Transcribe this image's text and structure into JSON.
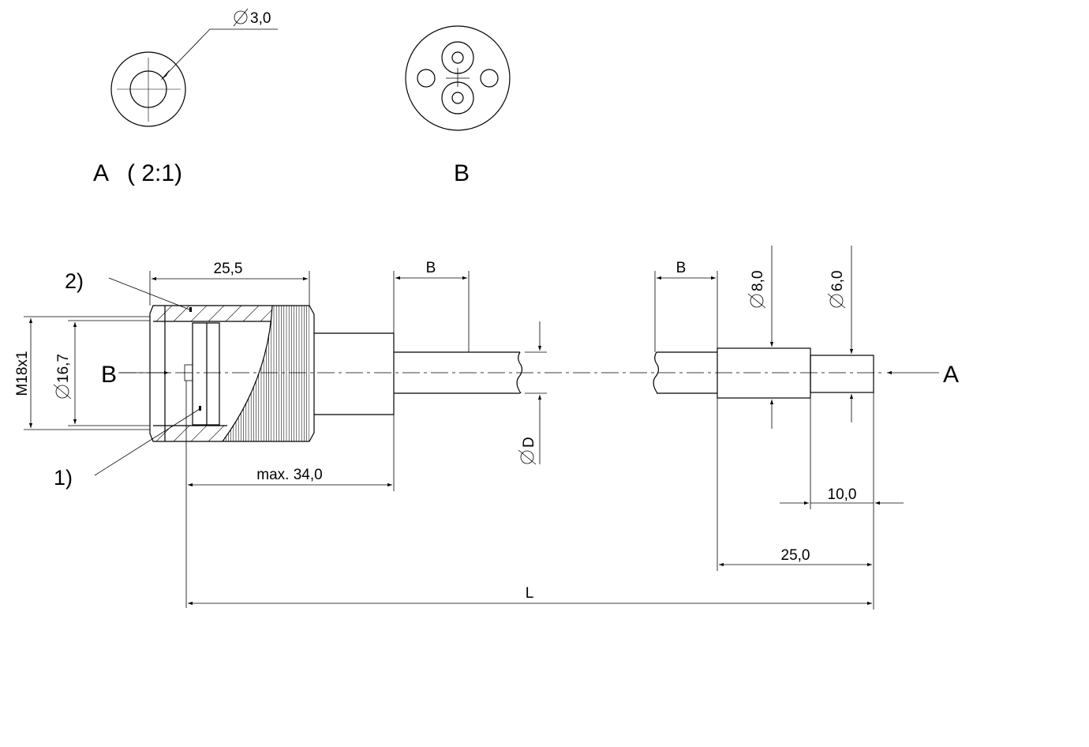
{
  "views": {
    "detail_a": {
      "letter": "A",
      "scale": "( 2:1)",
      "diameter": "3,0"
    },
    "detail_b": {
      "letter": "B"
    }
  },
  "section_markers": {
    "left": "B",
    "right": "A"
  },
  "callouts": {
    "one": "1)",
    "two": "2)"
  },
  "dimensions": {
    "nut_length": "25,5",
    "thread": "M18x1",
    "inner_diameter": "16,7",
    "max_length": "max. 34,0",
    "bend_left": "B",
    "bend_right": "B",
    "cable_diameter": "D",
    "sleeve_diameter": "8,0",
    "ferrule_diameter": "6,0",
    "ferrule_length": "10,0",
    "end_length": "25,0",
    "total_length": "L"
  },
  "symbols": {
    "diameter": "diameter-symbol"
  }
}
